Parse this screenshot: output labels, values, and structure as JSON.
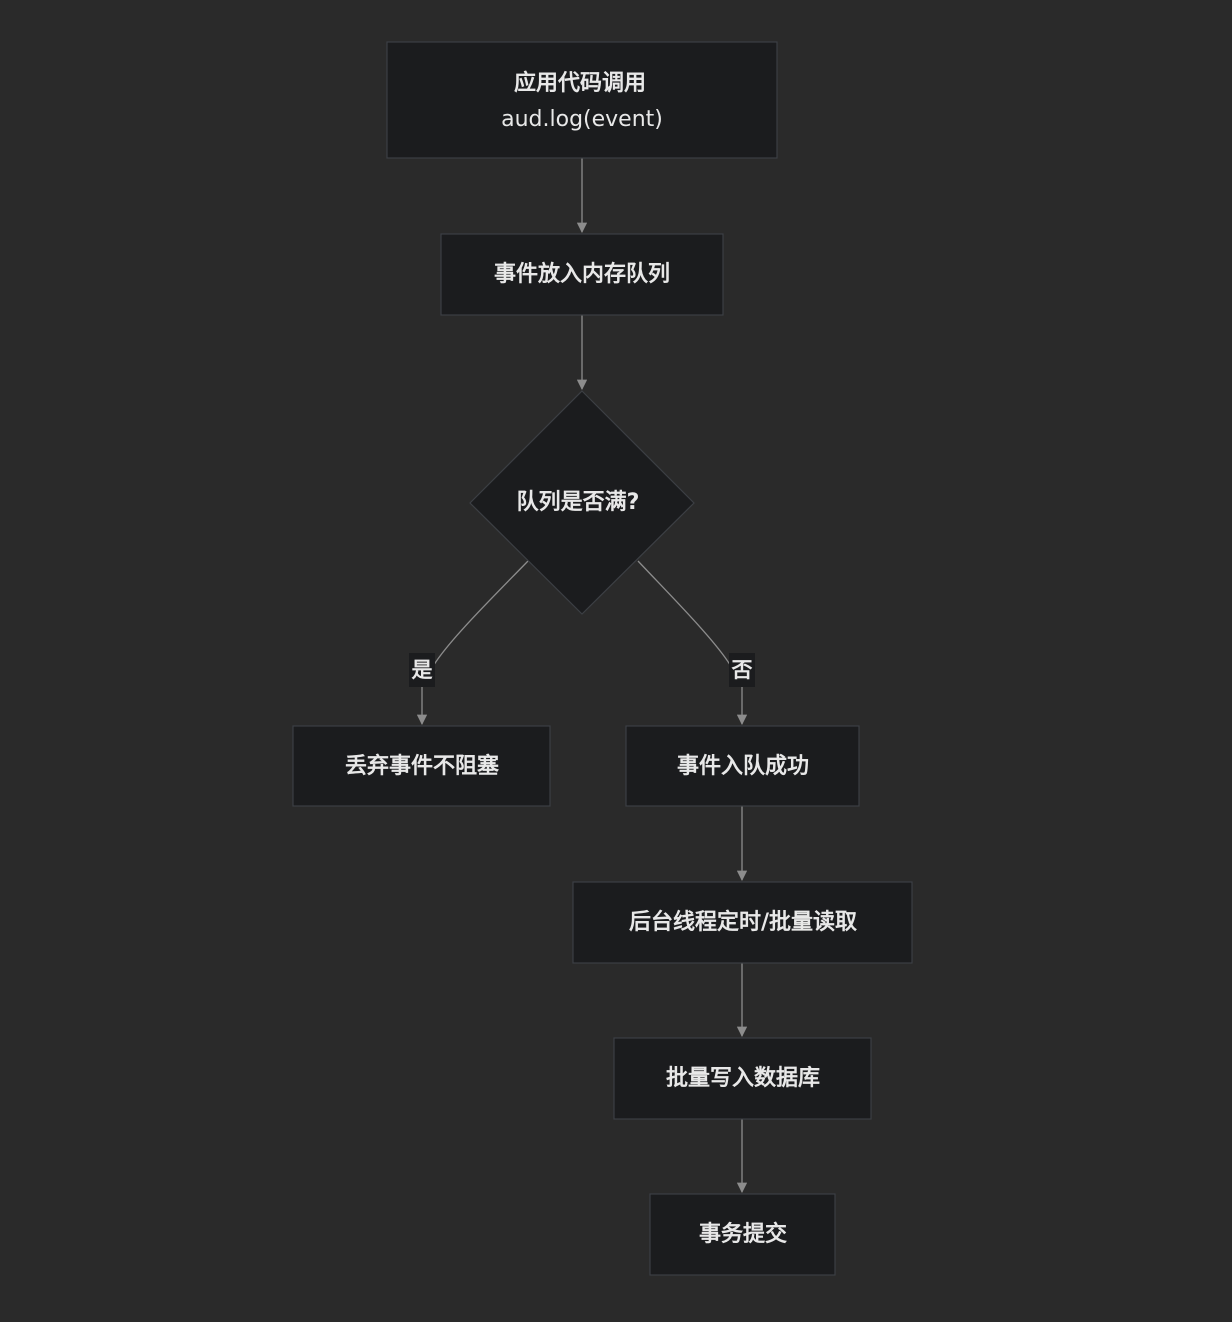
{
  "nodes": {
    "start": {
      "title": "应用代码调用",
      "subtitle": "aud.log(event)"
    },
    "enqueue": {
      "label": "事件放入内存队列"
    },
    "decision": {
      "label": "队列是否满?"
    },
    "drop": {
      "label": "丢弃事件不阻塞"
    },
    "success": {
      "label": "事件入队成功"
    },
    "worker": {
      "label": "后台线程定时/批量读取"
    },
    "batch_write": {
      "label": "批量写入数据库"
    },
    "commit": {
      "label": "事务提交"
    }
  },
  "edges": {
    "yes_label": "是",
    "no_label": "否"
  },
  "colors": {
    "background": "#2a2a2a",
    "node_fill": "#1b1c1e",
    "node_stroke": "#3c3f44",
    "edge": "#8c8c8c",
    "text": "#e8e8e8"
  }
}
